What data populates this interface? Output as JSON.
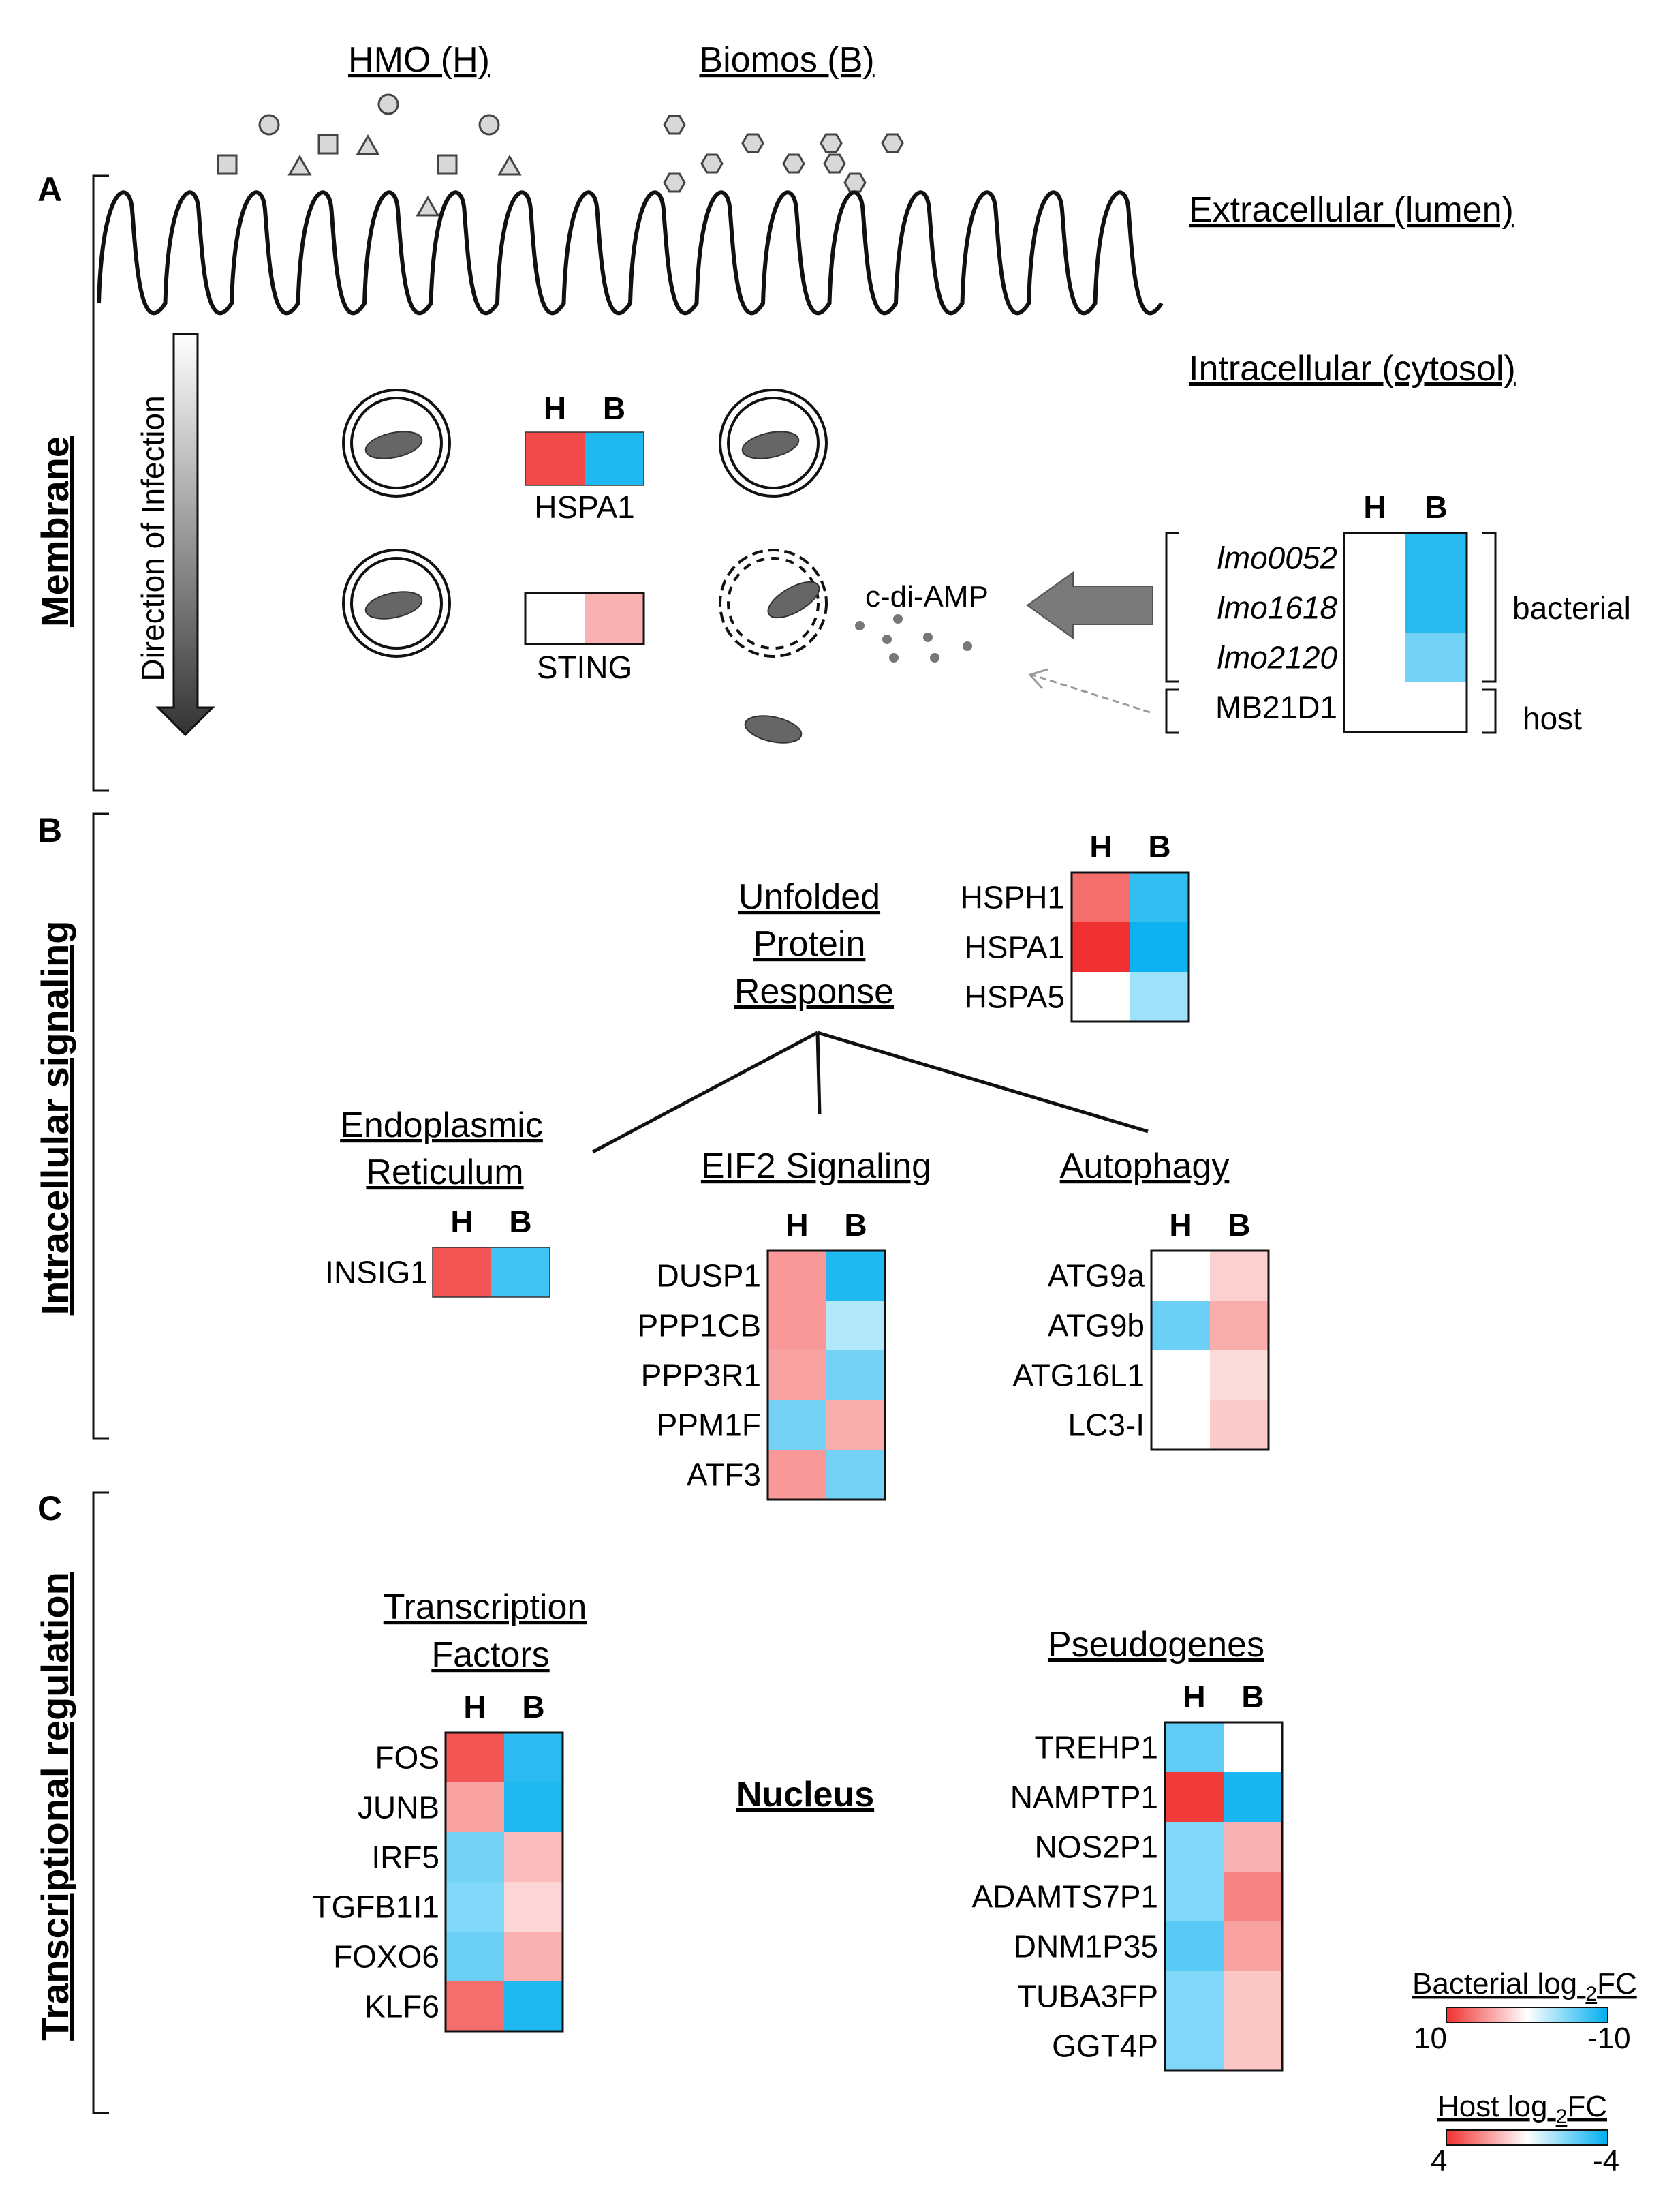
{
  "top_labels": {
    "hmo": "HMO (H)",
    "biomos": "Biomos (B)",
    "extracellular": "Extracellular (lumen)",
    "intracellular": "Intracellular (cytosol)",
    "direction": "Direction of Infection",
    "cdiamp": "c-di-AMP"
  },
  "panels": [
    {
      "letter": "A",
      "name": "Membrane"
    },
    {
      "letter": "B",
      "name": "Intracellular signaling"
    },
    {
      "letter": "C",
      "name": "Transcriptional regulation"
    }
  ],
  "hb": {
    "h": "H",
    "b": "B"
  },
  "colors": {
    "red": "#f03030",
    "blue": "#00aeef",
    "white": "#ffffff",
    "gray": "#666666"
  },
  "groups": {
    "upr": "Unfolded Protein Response",
    "er": "Endoplasmic Reticulum",
    "eif2": "EIF2 Signaling",
    "autophagy": "Autophagy",
    "tf": "Transcription Factors",
    "pseudo": "Pseudogenes",
    "nucleus": "Nucleus",
    "bacterial": "bacterial",
    "host": "host"
  },
  "legend": {
    "bacterial_title": "Bacterial log2FC",
    "bacterial_min": "10",
    "bacterial_max": "-10",
    "host_title": "Host log2FC",
    "host_min": "4",
    "host_max": "-4"
  },
  "heatmaps": {
    "hspa1_top": {
      "genes": [
        ""
      ],
      "values": [
        [
          3.5,
          -3.5
        ]
      ]
    },
    "sting": {
      "genes": [
        ""
      ],
      "values": [
        [
          0,
          1.5
        ]
      ]
    },
    "bact": {
      "genes": [
        "lmo0052",
        "lmo1618",
        "lmo2120",
        "MB21D1"
      ],
      "values": [
        [
          0,
          -8.5
        ],
        [
          0,
          -8.5
        ],
        [
          0,
          -5.5
        ],
        [
          0,
          0
        ]
      ]
    },
    "upr": {
      "genes": [
        "HSPH1",
        "HSPA1",
        "HSPA5"
      ],
      "values": [
        [
          2.8,
          -3.2
        ],
        [
          4,
          -3.8
        ],
        [
          0,
          -1.5
        ]
      ]
    },
    "er": {
      "genes": [
        "INSIG1"
      ],
      "values": [
        [
          3.3,
          -3
        ]
      ]
    },
    "eif2": {
      "genes": [
        "DUSP1",
        "PPP1CB",
        "PPP3R1",
        "PPM1F",
        "ATF3"
      ],
      "values": [
        [
          2,
          -3.5
        ],
        [
          2,
          -1.2
        ],
        [
          1.8,
          -2.2
        ],
        [
          -2.2,
          1.6
        ],
        [
          2,
          -2.2
        ]
      ]
    },
    "autophagy": {
      "genes": [
        "ATG9a",
        "ATG9b",
        "ATG16L1",
        "LC3-I"
      ],
      "values": [
        [
          0,
          0.9
        ],
        [
          -2.3,
          1.6
        ],
        [
          0,
          0.7
        ],
        [
          0,
          1
        ]
      ]
    },
    "tf": {
      "genes": [
        "FOS",
        "JUNB",
        "IRF5",
        "TGFB1I1",
        "FOXO6",
        "KLF6"
      ],
      "values": [
        [
          3.3,
          -3.3
        ],
        [
          1.8,
          -3.5
        ],
        [
          -2.2,
          1.3
        ],
        [
          -2,
          0.8
        ],
        [
          -2.3,
          1.5
        ],
        [
          2.8,
          -3.5
        ]
      ]
    },
    "pseudo": {
      "genes": [
        "TREHP1",
        "NAMPTP1",
        "NOS2P1",
        "ADAMTS7P1",
        "DNM1P35",
        "TUBA3FP",
        "GGT4P"
      ],
      "values": [
        [
          -2.5,
          0
        ],
        [
          3.8,
          -3.6
        ],
        [
          -2,
          1.5
        ],
        [
          -2,
          2.4
        ],
        [
          -2.6,
          1.8
        ],
        [
          -2,
          1.1
        ],
        [
          -2,
          1.1
        ]
      ]
    }
  }
}
